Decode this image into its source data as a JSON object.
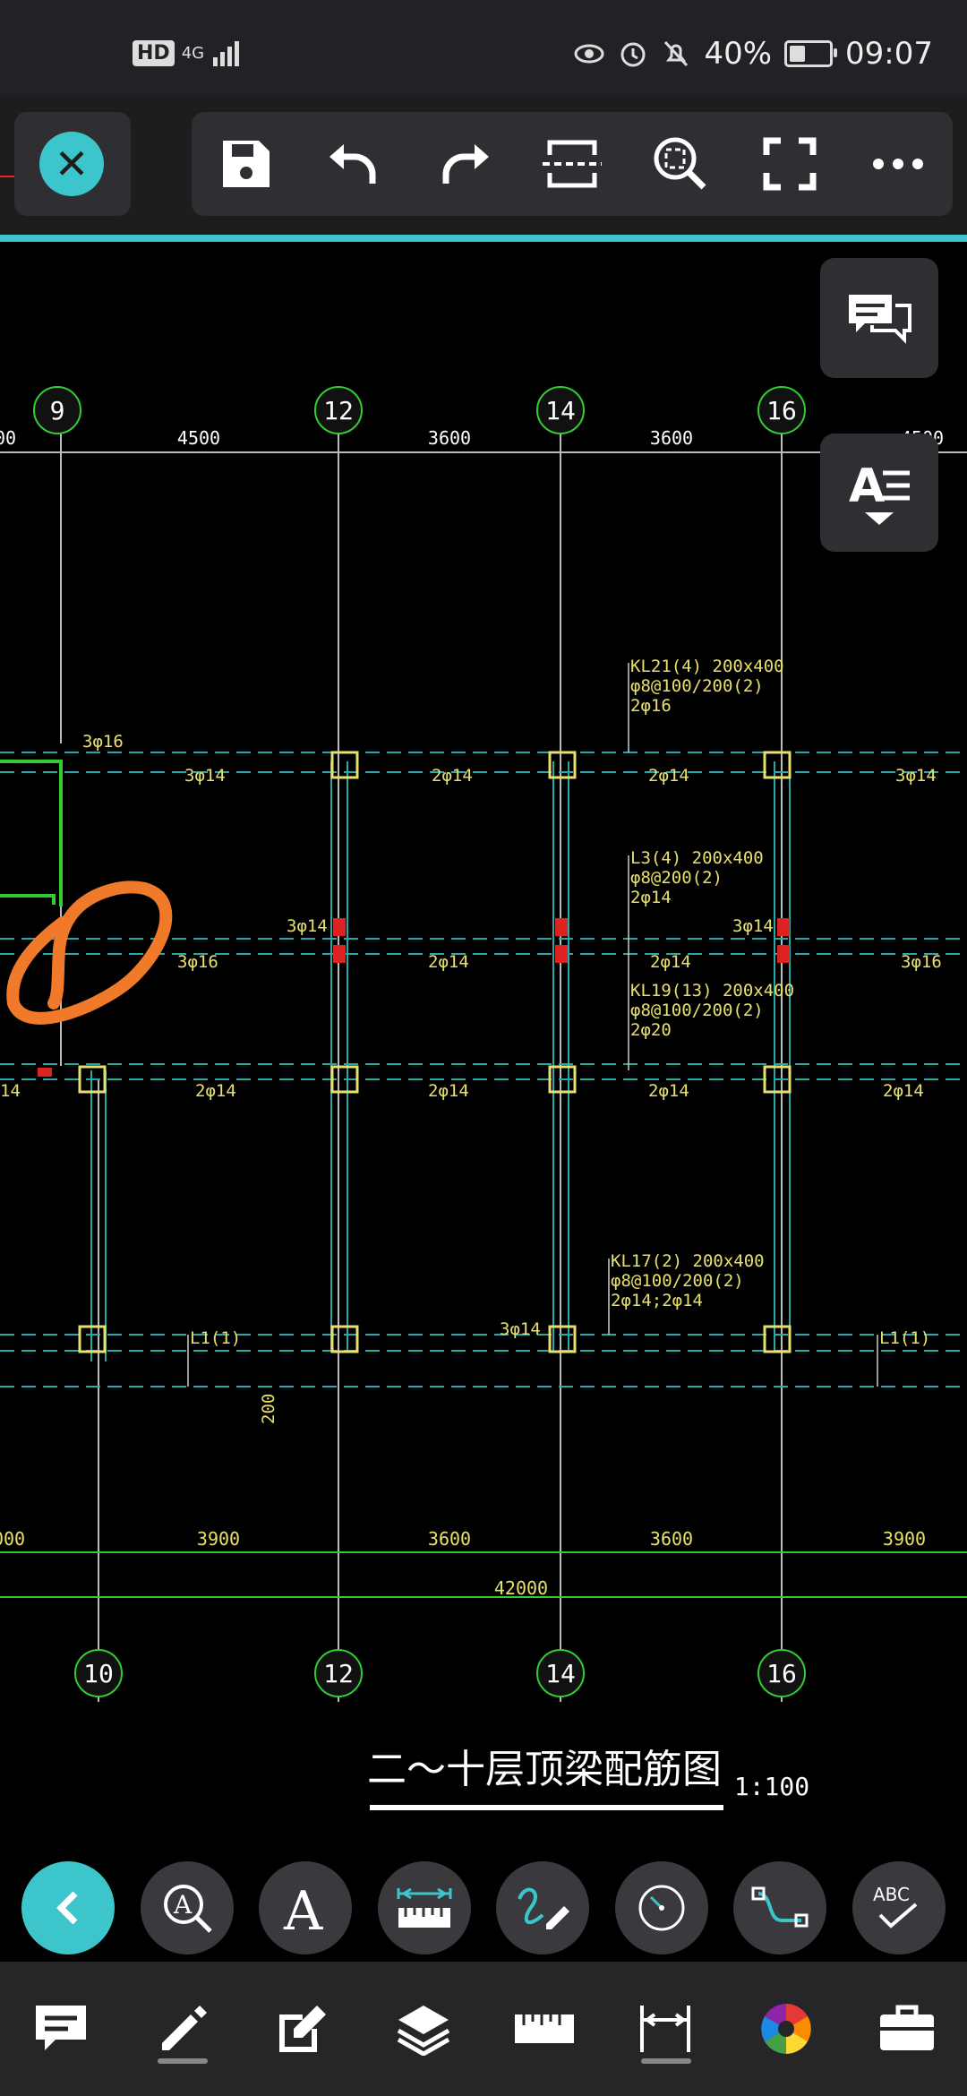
{
  "status_bar": {
    "hd": "HD",
    "network": "4G",
    "battery_percent": "40%",
    "battery_level": 0.4,
    "time": "09:07",
    "icons": [
      "eye-icon",
      "alarm-icon",
      "bell-muted-icon"
    ]
  },
  "top_toolbar": {
    "icons": [
      "save-icon",
      "undo-icon",
      "redo-icon",
      "split-icon",
      "zoom-fit-icon",
      "fullscreen-icon",
      "more-icon"
    ]
  },
  "side_buttons": [
    "comment-list-icon",
    "text-style-icon"
  ],
  "drawing": {
    "title": "二～十层顶梁配筋图",
    "scale": "1:100",
    "axes_top": [
      "9",
      "12",
      "14",
      "16"
    ],
    "axes_bottom": [
      "10",
      "12",
      "14",
      "16"
    ],
    "dims_top": [
      "00",
      "4500",
      "3600",
      "3600",
      "4500"
    ],
    "dims_bottom": [
      "000",
      "3900",
      "3600",
      "3600",
      "3900"
    ],
    "total_dim": "42000",
    "labels": {
      "kl21": "KL21(4) 200x400",
      "kl21_b": "φ8@100/200(2)",
      "kl21_c": "2φ16",
      "l3": "L3(4) 200x400",
      "l3_b": "φ8@200(2)",
      "l3_c": "2φ14",
      "kl19": "KL19(13) 200x400",
      "kl19_b": "φ8@100/200(2)",
      "kl19_c": "2φ20",
      "kl17": "KL17(2) 200x400",
      "kl17_b": "φ8@100/200(2)",
      "kl17_c": "2φ14;2φ14",
      "l1a": "L1(1)",
      "l1b": "L1(1)",
      "r3_16a": "3φ16",
      "r3_14a": "3φ14",
      "r2_14a": "2φ14",
      "r2_14b": "2φ14",
      "r3_14b": "3φ14",
      "r3_16b": "3φ16",
      "r2_14c": "2φ14",
      "r2_14d": "2φ14",
      "r3_16c": "3φ16",
      "r3_14c": "3φ14",
      "r3_14d": "3φ14",
      "r2_14e": "2φ14",
      "r2_14f": "2φ14",
      "r2_14g": "2φ14",
      "r2_14h": "2φ14",
      "r14": "14",
      "r3_14e": "3φ14",
      "d200": "200"
    }
  },
  "bottom_tools": [
    "back-icon",
    "text-search-icon",
    "text-icon",
    "measure-icon",
    "sketch-icon",
    "arc-icon",
    "polyline-icon",
    "spellcheck-icon"
  ],
  "bottom_nav": [
    "annotation-icon",
    "pen-icon",
    "edit-icon",
    "layers-icon",
    "ruler-icon",
    "dimension-icon",
    "color-wheel-icon",
    "toolbox-icon"
  ],
  "colors": {
    "accent": "#3cc6cc",
    "cad_yellow": "#e8e06a",
    "cad_green": "#33cc33",
    "annotation_orange": "#f07a2a"
  }
}
